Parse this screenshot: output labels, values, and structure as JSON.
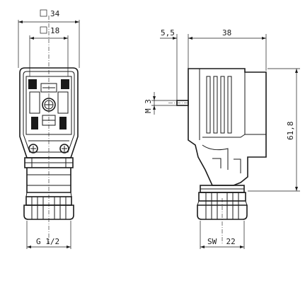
{
  "dimensions": {
    "top_width_outer": "34",
    "top_width_inner": "18",
    "thread_label": "G 1/2",
    "pin_offset": "5,5",
    "side_depth": "38",
    "thread_m": "M 3",
    "height": "61,8",
    "wrench_size": "SW  22"
  },
  "colors": {
    "line": "#1a1a1a",
    "background": "#ffffff"
  }
}
